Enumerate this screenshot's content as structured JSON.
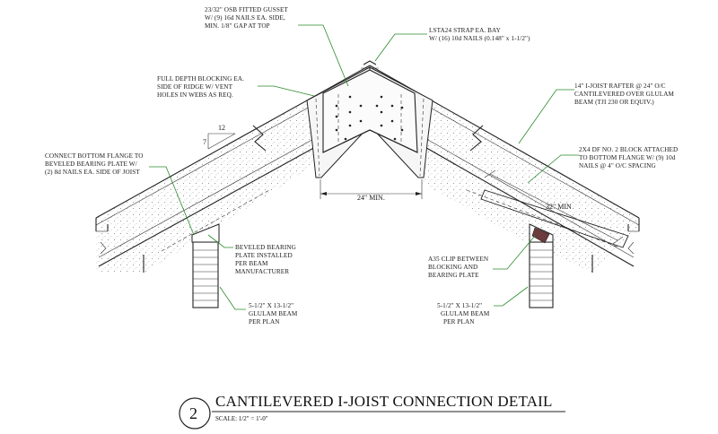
{
  "notes": {
    "gusset": [
      "23/32\" OSB FITTED GUSSET",
      "W/ (9) 16d NAILS EA. SIDE,",
      "MIN. 1/8\" GAP AT TOP"
    ],
    "strap": [
      "LSTA24 STRAP EA. BAY",
      "W/ (16) 10d NAILS (0.148\" x 1-1/2\")"
    ],
    "blocking": [
      "FULL DEPTH BLOCKING EA.",
      "SIDE OF RIDGE W/ VENT",
      "HOLES IN WEBS AS REQ."
    ],
    "rafter": [
      "14\" I-JOIST RAFTER @ 24\" O/C",
      "CANTILEVERED OVER GLULAM",
      "BEAM (TJI 230 OR EQUIV.)"
    ],
    "flange": [
      "CONNECT BOTTOM FLANGE TO",
      "BEVELED BEARING PLATE W/",
      "(2) 8d NAILS EA. SIDE OF JOIST"
    ],
    "block2x4": [
      "2X4 DF NO. 2 BLOCK ATTACHED",
      "TO BOTTOM FLANGE W/ (9) 10d",
      "NAILS @ 4\" O/C SPACING"
    ],
    "bearing_plate": [
      "BEVELED BEARING",
      "PLATE INSTALLED",
      "PER BEAM",
      "MANUFACTURER"
    ],
    "a35": [
      "A35 CLIP BETWEEN",
      "BLOCKING AND",
      "BEARING PLATE"
    ],
    "glulam_left": [
      "5-1/2\" X 13-1/2\"",
      "GLULAM BEAM",
      "PER PLAN"
    ],
    "glulam_right": [
      "5-1/2\" X 13-1/2\"",
      "GLULAM BEAM",
      "PER PLAN"
    ]
  },
  "dims": {
    "min24": "24\" MIN.",
    "min32": "32\" MIN"
  },
  "pitch": {
    "rise": "7",
    "run": "12"
  },
  "title": {
    "number": "2",
    "text": "CANTILEVERED I-JOIST CONNECTION DETAIL",
    "scale": "SCALE:  1/2\" = 1'-0\""
  }
}
